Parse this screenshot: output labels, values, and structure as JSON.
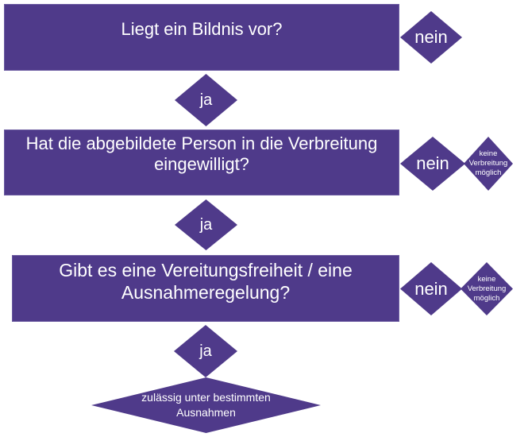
{
  "colors": {
    "fill": "#4F3A8A",
    "text": "#FFFFFF",
    "background": "#FFFFFF"
  },
  "steps": [
    {
      "question": "Liegt ein Bildnis vor?",
      "no_label": "nein",
      "yes_label": "ja"
    },
    {
      "question": "Hat die abgebildete Person in die Verbreitung eingewilligt?",
      "question_lines": [
        "Hat die abgebildete Person in die Verbreitung",
        "eingewilligt?"
      ],
      "no_label": "nein",
      "no_outcome": "keine Verbreitung möglich",
      "no_outcome_lines": [
        "keine",
        "Verbreitung",
        "möglich"
      ],
      "yes_label": "ja"
    },
    {
      "question": "Gibt es eine Vereitungsfreiheit / eine Ausnahmeregelung?",
      "question_lines": [
        "Gibt es eine Vereitungsfreiheit / eine",
        "Ausnahmeregelung?"
      ],
      "no_label": "nein",
      "no_outcome": "keine Verbreitung möglich",
      "no_outcome_lines": [
        "keine",
        "Verbreitung",
        "möglich"
      ],
      "yes_label": "ja"
    }
  ],
  "final_outcome": "zulässig unter bestimmten Ausnahmen",
  "final_outcome_lines": [
    "zulässig unter bestimmten",
    "Ausnahmen"
  ]
}
